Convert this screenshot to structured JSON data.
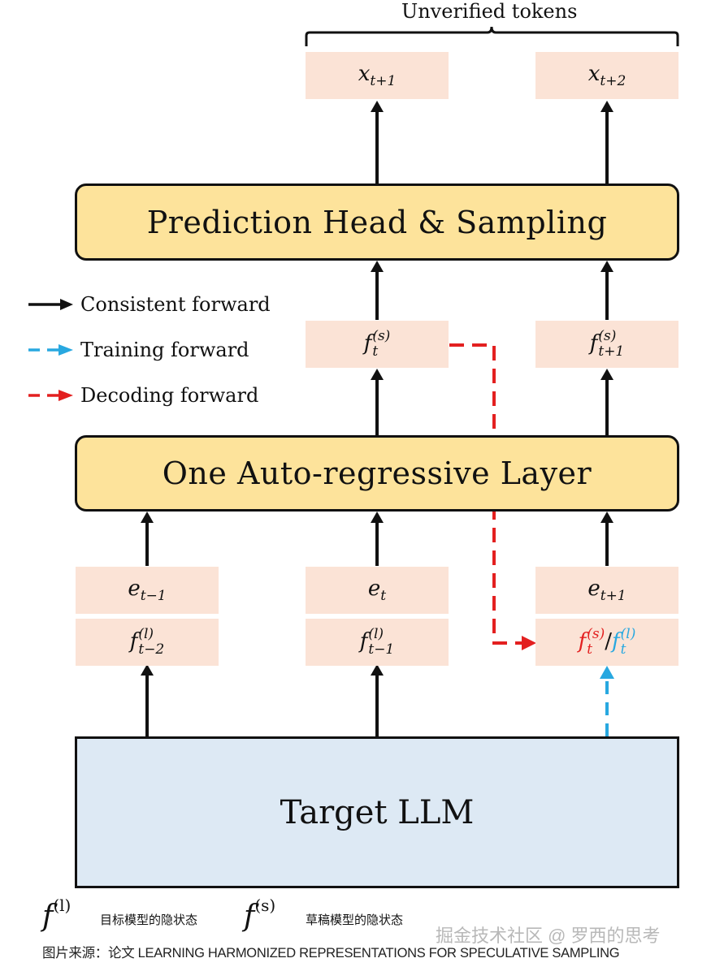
{
  "header": {
    "title": "Unverified tokens"
  },
  "tokens_top": [
    {
      "base": "x",
      "sub": "t+1"
    },
    {
      "base": "x",
      "sub": "t+2"
    }
  ],
  "features_mid": [
    {
      "base": "f",
      "sub": "t",
      "sup": "(s)"
    },
    {
      "base": "f",
      "sub": "t+1",
      "sup": "(s)"
    }
  ],
  "blocks": {
    "prediction_head": "Prediction Head & Sampling",
    "ar_layer": "One Auto-regressive Layer",
    "target_llm": "Target LLM"
  },
  "embeddings": [
    {
      "base": "e",
      "sub": "t−1"
    },
    {
      "base": "e",
      "sub": "t"
    },
    {
      "base": "e",
      "sub": "t+1"
    }
  ],
  "features_bottom": [
    {
      "base": "f",
      "sub": "t−2",
      "sup": "(l)"
    },
    {
      "base": "f",
      "sub": "t−1",
      "sup": "(l)"
    },
    {
      "left": {
        "base": "f",
        "sub": "t",
        "sup": "(s)"
      },
      "sep": "/",
      "right": {
        "base": "f",
        "sub": "t",
        "sup": "(l)"
      }
    }
  ],
  "legend": [
    {
      "label": "Consistent forward",
      "color": "#111111",
      "style": "solid"
    },
    {
      "label": "Training forward",
      "color": "#28a8e0",
      "style": "dashed"
    },
    {
      "label": "Decoding forward",
      "color": "#e32020",
      "style": "dashed"
    }
  ],
  "notes": {
    "f_l_symbol": "f",
    "f_l_sup": "(l)",
    "f_l_desc": "目标模型的隐状态",
    "f_s_symbol": "f",
    "f_s_sup": "(s)",
    "f_s_desc": "草稿模型的隐状态",
    "watermark": "掘金技术社区 @ 罗西的思考",
    "source": "图片来源：论文 LEARNING HARMONIZED REPRESENTATIONS FOR SPECULATIVE SAMPLING"
  },
  "colors": {
    "token_fill": "#fbe3d6",
    "block_fill": "#fde39b",
    "llm_fill": "#dde9f4",
    "decoding": "#e32020",
    "training": "#28a8e0"
  }
}
